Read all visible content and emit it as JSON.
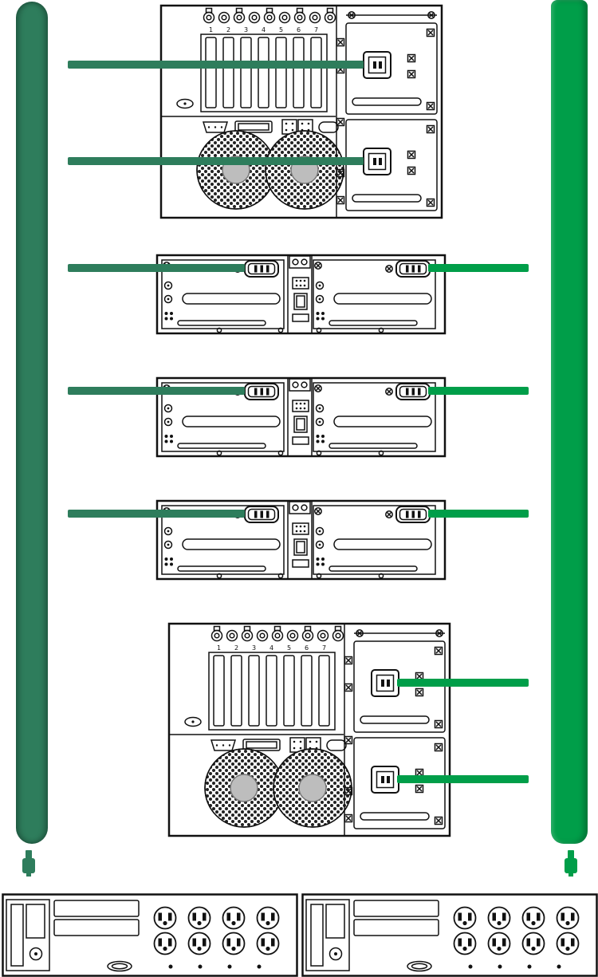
{
  "diagram": {
    "type": "hardware-power-cabling-diagram",
    "description": "Rear views of two servers and three storage enclosures with redundant power cords routed to two vertical power strips; two rack PDU outlet panels shown at the bottom",
    "left_strip": {
      "label": "left power strip",
      "color": "#2E7D5C"
    },
    "right_strip": {
      "label": "right power strip",
      "color": "#009E49"
    },
    "line_color": "#111111",
    "slot_labels": [
      "1",
      "2",
      "3",
      "4",
      "5",
      "6",
      "7"
    ],
    "devices": [
      {
        "id": "server-top",
        "type": "server rear panel",
        "power_cords": [
          "left",
          "left"
        ]
      },
      {
        "id": "enclosure-1",
        "type": "storage enclosure rear",
        "power_cords": [
          "left",
          "right"
        ]
      },
      {
        "id": "enclosure-2",
        "type": "storage enclosure rear",
        "power_cords": [
          "left",
          "right"
        ]
      },
      {
        "id": "enclosure-3",
        "type": "storage enclosure rear",
        "power_cords": [
          "left",
          "right"
        ]
      },
      {
        "id": "server-bottom",
        "type": "server rear panel",
        "power_cords": [
          "right",
          "right"
        ]
      },
      {
        "id": "pdu-left",
        "type": "PDU outlet panel",
        "outlet_count": 8
      },
      {
        "id": "pdu-right",
        "type": "PDU outlet panel",
        "outlet_count": 8
      }
    ],
    "icons": {
      "left_plug": "power-plug",
      "right_plug": "power-plug"
    }
  }
}
